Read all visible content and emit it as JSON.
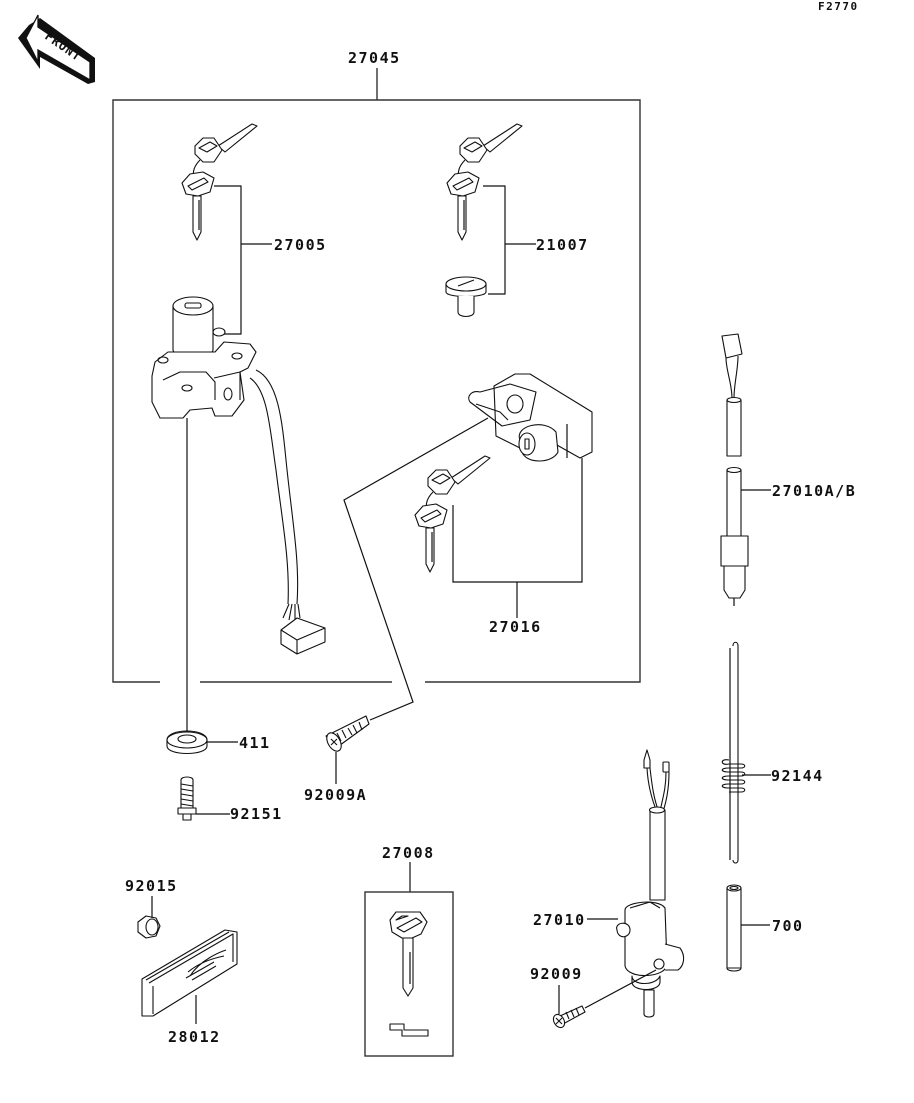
{
  "figure_id": "F2770",
  "front_arrow_label": "FRONT",
  "parts": {
    "ignition_set": "27045",
    "ignition_switch": "27005",
    "key_cap_set": "21007",
    "helmet_lock": "27016",
    "neutral_switch_ab": "27010A/B",
    "washer": "411",
    "screw_a": "92009A",
    "bolt": "92151",
    "spring": "92144",
    "key_blank": "27008",
    "nut": "92015",
    "emblem": "28012",
    "neutral_switch": "27010",
    "screw": "92009",
    "pipe": "700"
  }
}
